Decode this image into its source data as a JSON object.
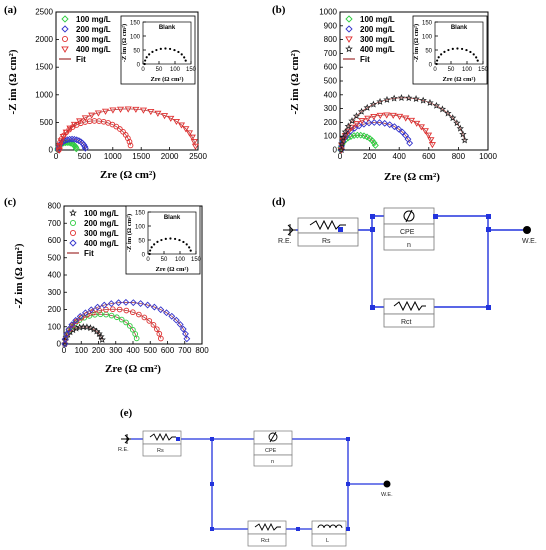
{
  "colors": {
    "green": "#2ecc40",
    "blue": "#3333cc",
    "red": "#e03030",
    "dark": "#222222",
    "fit": "#a03030",
    "wire": "#2233dd"
  },
  "panels": {
    "a": {
      "letter": "(a)"
    },
    "b": {
      "letter": "(b)"
    },
    "c": {
      "letter": "(c)"
    },
    "d": {
      "letter": "(d)",
      "re": "R.E.",
      "we": "W.E.",
      "rs": "Rs",
      "cpe": "CPE",
      "n": "n",
      "rct": "Rct"
    },
    "e": {
      "letter": "(e)",
      "re": "R.E.",
      "we": "W.E.",
      "rs": "Rs",
      "cpe": "CPE",
      "n": "n",
      "rct": "Rct",
      "l": "L"
    }
  },
  "chart_data": [
    {
      "id": "a",
      "type": "scatter",
      "xlabel": "Zre (Ω cm²)",
      "ylabel": "-Z im (Ω cm²)",
      "xlim": [
        0,
        2500
      ],
      "ylim": [
        0,
        2500
      ],
      "xticks": [
        0,
        500,
        1000,
        1500,
        2000,
        2500
      ],
      "yticks": [
        0,
        500,
        1000,
        1500,
        2000,
        2500
      ],
      "series": [
        {
          "name": "100 mg/L",
          "marker": "diamond-open",
          "color": "green",
          "semicircle": {
            "rs": 30,
            "d": 330,
            "hf": 0.82,
            "end": 0.95
          },
          "n": 16
        },
        {
          "name": "200 mg/L",
          "marker": "diamond-open",
          "color": "blue",
          "semicircle": {
            "rs": 40,
            "d": 480,
            "hf": 0.82,
            "end": 0.95
          },
          "n": 18
        },
        {
          "name": "300 mg/L",
          "marker": "circle-open",
          "color": "red",
          "semicircle": {
            "rs": 50,
            "d": 1270,
            "hf": 0.83,
            "end": 0.95
          },
          "n": 24
        },
        {
          "name": "400 mg/L",
          "marker": "triangle-down-open",
          "color": "red",
          "semicircle": {
            "rs": 60,
            "d": 2400,
            "hf": 0.62,
            "end": 0.97
          },
          "n": 28
        },
        {
          "name": "Fit",
          "marker": "line",
          "color": "fit"
        }
      ],
      "inset": {
        "title": "Blank",
        "xlabel": "Zre (Ω cm²)",
        "ylabel": "-Z im (Ω cm²)",
        "xlim": [
          0,
          150
        ],
        "ylim": [
          0,
          150
        ],
        "xticks": [
          0,
          50,
          100,
          150
        ],
        "yticks": [
          0,
          50,
          100,
          150
        ],
        "semicircle": {
          "rs": 5,
          "d": 130,
          "hf": 0.85,
          "end": 0.93
        },
        "n": 14
      }
    },
    {
      "id": "b",
      "type": "scatter",
      "xlabel": "Zre (Ω cm²)",
      "ylabel": "-Z im (Ω cm²)",
      "xlim": [
        0,
        1000
      ],
      "ylim": [
        0,
        1000
      ],
      "xticks": [
        0,
        200,
        400,
        600,
        800,
        1000
      ],
      "yticks": [
        0,
        100,
        200,
        300,
        400,
        500,
        600,
        700,
        800,
        900,
        1000
      ],
      "series": [
        {
          "name": "100 mg/L",
          "marker": "diamond-open",
          "color": "green",
          "semicircle": {
            "rs": 5,
            "d": 240,
            "hf": 0.9,
            "end": 0.9
          },
          "n": 16
        },
        {
          "name": "200 mg/L",
          "marker": "diamond-open",
          "color": "blue",
          "semicircle": {
            "rs": 8,
            "d": 470,
            "hf": 0.85,
            "end": 0.92
          },
          "n": 20
        },
        {
          "name": "300 mg/L",
          "marker": "triangle-down-open",
          "color": "red",
          "semicircle": {
            "rs": 8,
            "d": 620,
            "hf": 0.82,
            "end": 0.95
          },
          "n": 22
        },
        {
          "name": "400 mg/L",
          "marker": "star",
          "color": "dark",
          "semicircle": {
            "rs": 10,
            "d": 840,
            "hf": 0.9,
            "end": 0.94
          },
          "n": 26
        },
        {
          "name": "Fit",
          "marker": "line",
          "color": "fit"
        }
      ],
      "inset": {
        "title": "Blank",
        "xlabel": "Zre (Ω cm²)",
        "ylabel": "-Z im (Ω cm²)",
        "xlim": [
          0,
          150
        ],
        "ylim": [
          0,
          150
        ],
        "xticks": [
          0,
          50,
          100,
          150
        ],
        "yticks": [
          0,
          50,
          100,
          150
        ],
        "semicircle": {
          "rs": 5,
          "d": 130,
          "hf": 0.85,
          "end": 0.93
        },
        "n": 14
      }
    },
    {
      "id": "c",
      "type": "scatter",
      "xlabel": "Zre (Ω cm²)",
      "ylabel": "-Z im (Ω cm²)",
      "xlim": [
        0,
        800
      ],
      "ylim": [
        0,
        800
      ],
      "xticks": [
        0,
        100,
        200,
        300,
        400,
        500,
        600,
        700,
        800
      ],
      "yticks": [
        0,
        100,
        200,
        300,
        400,
        500,
        600,
        700,
        800
      ],
      "series": [
        {
          "name": "100 mg/L",
          "marker": "star",
          "color": "dark",
          "semicircle": {
            "rs": 5,
            "d": 220,
            "hf": 0.9,
            "end": 0.92
          },
          "n": 16
        },
        {
          "name": "200 mg/L",
          "marker": "circle-open",
          "color": "green",
          "semicircle": {
            "rs": 5,
            "d": 420,
            "hf": 0.82,
            "end": 0.94
          },
          "n": 20
        },
        {
          "name": "300 mg/L",
          "marker": "circle-open",
          "color": "red",
          "semicircle": {
            "rs": 5,
            "d": 560,
            "hf": 0.72,
            "end": 0.95
          },
          "n": 22
        },
        {
          "name": "400 mg/L",
          "marker": "diamond-open",
          "color": "blue",
          "semicircle": {
            "rs": 5,
            "d": 710,
            "hf": 0.68,
            "end": 0.96
          },
          "n": 26
        },
        {
          "name": "Fit",
          "marker": "line",
          "color": "fit"
        }
      ],
      "inset": {
        "title": "Blank",
        "xlabel": "Zre (Ω cm²)",
        "ylabel": "-Z im (Ω cm²)",
        "xlim": [
          0,
          150
        ],
        "ylim": [
          0,
          150
        ],
        "xticks": [
          0,
          50,
          100,
          150
        ],
        "yticks": [
          0,
          50,
          100,
          150
        ],
        "semicircle": {
          "rs": 5,
          "d": 130,
          "hf": 0.85,
          "end": 0.93
        },
        "n": 14
      }
    }
  ]
}
